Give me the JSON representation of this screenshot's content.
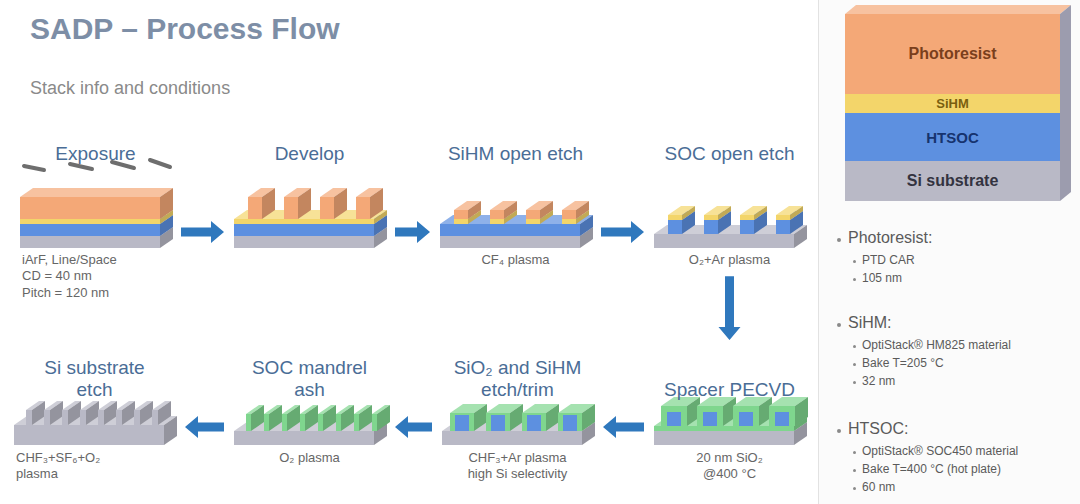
{
  "diagram": {
    "title": "SADP – Process Flow",
    "nodes": [
      {
        "text": [
          "Exposure",
          "iArF, Line/Space",
          "CD = 40 nm",
          "Pitch = 120 nm"
        ]
      },
      {
        "text": [
          "Develop"
        ]
      },
      {
        "text": [
          "SiHM open etch",
          "CF₄ plasma"
        ]
      },
      {
        "text": [
          "SOC open etch",
          "O₂+Ar plasma"
        ]
      },
      {
        "text": [
          "Si substrate etch",
          "CHF₃+SF₆+O₂",
          "plasma"
        ]
      },
      {
        "text": [
          "SOC mandrel ash",
          "O₂ plasma"
        ]
      },
      {
        "text": [
          "SiO₂ and SiHM etch/trim",
          "CHF₃+Ar plasma",
          "high Si selectivity"
        ]
      },
      {
        "text": [
          "Spacer PECVD",
          "20 nm SiO₂",
          "@400 °C"
        ]
      },
      {
        "text": [
          "Photoresist"
        ]
      },
      {
        "text": [
          "SiHM"
        ]
      },
      {
        "text": [
          "HTSOC"
        ]
      },
      {
        "text": [
          "Si substrate"
        ]
      }
    ],
    "edges": [
      {
        "from": 0,
        "to": 1,
        "arrow": "to"
      },
      {
        "from": 1,
        "to": 2,
        "arrow": "to"
      },
      {
        "from": 2,
        "to": 3,
        "arrow": "to"
      },
      {
        "from": 3,
        "to": 7,
        "arrow": "to"
      },
      {
        "from": 7,
        "to": 6,
        "arrow": "to"
      },
      {
        "from": 6,
        "to": 5,
        "arrow": "to"
      },
      {
        "from": 5,
        "to": 4,
        "arrow": "to"
      }
    ],
    "labels": [
      "Stack info and conditions",
      "Photoresist:",
      "PTD CAR",
      "105 nm",
      "SiHM:",
      "OptiStack® HM825 material",
      "Bake T=205 °C",
      "32 nm",
      "HTSOC:",
      "OptiStack® SOC450 material",
      "Bake T=400 °C (hot plate)",
      "60 nm"
    ]
  }
}
